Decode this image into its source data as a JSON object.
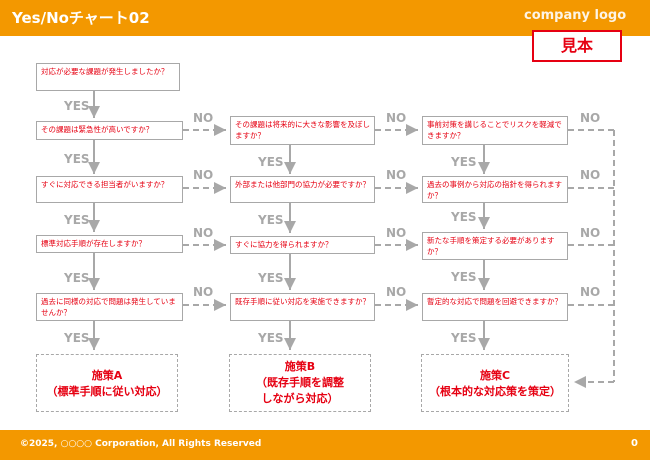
{
  "header": {
    "title": "Yes/Noチャート02",
    "logo_text": "company logo",
    "stamp": "見本"
  },
  "footer": {
    "copyright": "©2025, ○○○○ Corporation, All Rights Reserved",
    "page": "0"
  },
  "labels": {
    "yes": "YES",
    "no": "NO"
  },
  "col1": {
    "q1": "対応が必要な課題が発生しましたか？",
    "q2": "その課題は緊急性が高いですか？",
    "q3": "すぐに対応できる担当者がいますか？",
    "q4": "標準対応手順が存在しますか？",
    "q5": "過去に同様の対応で問題は発生していませんか？",
    "result_line1": "施策A",
    "result_line2": "（標準手順に従い対応）"
  },
  "col2": {
    "q1": "その課題は将来的に大きな影響を及ぼしますか？",
    "q2": "外部または他部門の協力が必要ですか？",
    "q3": "すぐに協力を得られますか？",
    "q4": "既存手順に従い対応を実施できますか？",
    "result_line1": "施策B",
    "result_line2": "（既存手順を調整",
    "result_line3": "しながら対応）"
  },
  "col3": {
    "q1": "事前対策を講じることでリスクを軽減できますか？",
    "q2": "過去の事例から対応の指針を得られますか？",
    "q3": "新たな手順を策定する必要がありますか？",
    "q4": "暫定的な対応で問題を回避できますか？",
    "result_line1": "施策C",
    "result_line2": "（根本的な対応策を策定）"
  }
}
